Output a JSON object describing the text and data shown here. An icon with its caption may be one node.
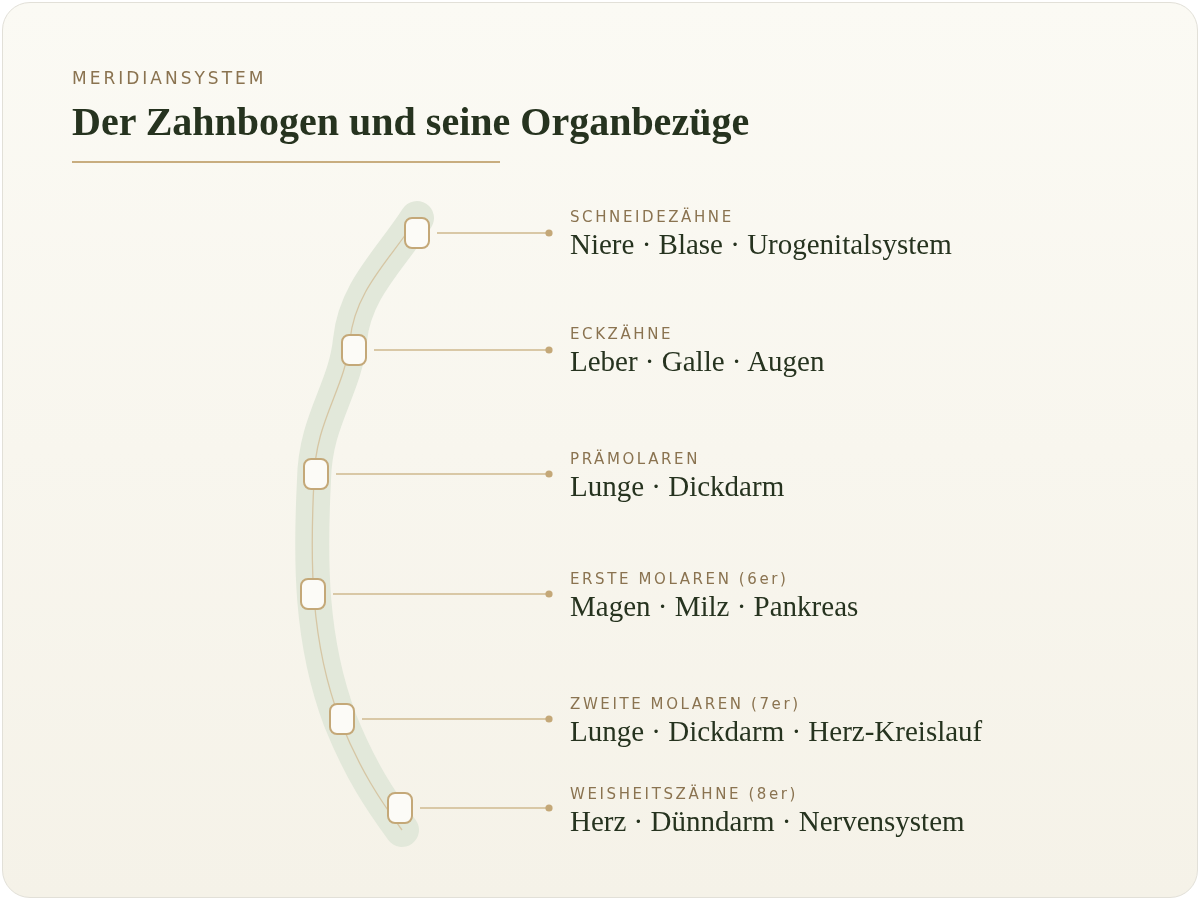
{
  "diagram": {
    "title": "Der Zahnbogen und seine Organbezüge",
    "nodes": [
      {
        "text": [
          "SCHNEIDEZÄHNE",
          "Niere · Blase · Urogenitalsystem"
        ]
      },
      {
        "text": [
          "ECKZÄHNE",
          "Leber · Galle · Augen"
        ]
      },
      {
        "text": [
          "PRÄMOLAREN",
          "Lunge · Dickdarm"
        ]
      },
      {
        "text": [
          "ERSTE MOLAREN (6er)",
          "Magen · Milz · Pankreas"
        ]
      },
      {
        "text": [
          "ZWEITE MOLAREN (7er)",
          "Lunge · Dickdarm · Herz-Kreislauf"
        ]
      },
      {
        "text": [
          "WEISHEITSZÄHNE (8er)",
          "Herz · Dünndarm · Nervensystem"
        ]
      },
      {
        "text": [],
        "shape": "box"
      },
      {
        "text": [],
        "shape": "box"
      },
      {
        "text": [],
        "shape": "box"
      },
      {
        "text": [],
        "shape": "box"
      },
      {
        "text": [],
        "shape": "box"
      },
      {
        "text": [],
        "shape": "box"
      }
    ],
    "edges": [
      {
        "from": 0,
        "to": 6,
        "arrow": "other"
      },
      {
        "from": 1,
        "to": 7,
        "arrow": "other"
      },
      {
        "from": 2,
        "to": 8,
        "arrow": "other"
      },
      {
        "from": 3,
        "to": 9,
        "arrow": "other"
      },
      {
        "from": 4,
        "to": 10,
        "arrow": "other"
      },
      {
        "from": 5,
        "to": 11,
        "arrow": "other"
      }
    ],
    "labels": [
      "MERIDIANSYSTEM"
    ]
  }
}
